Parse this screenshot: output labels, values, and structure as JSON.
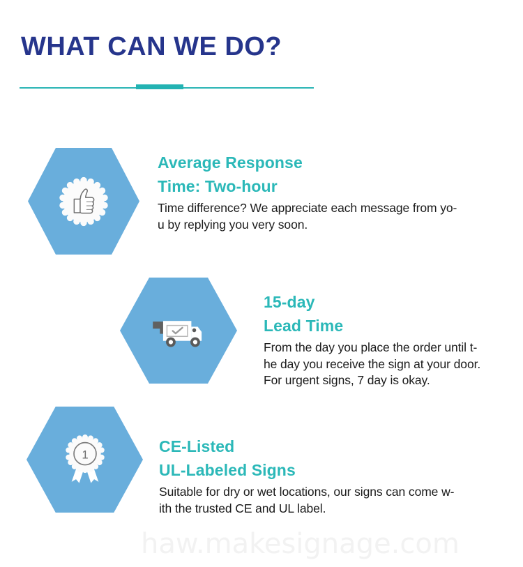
{
  "header": {
    "title": "WHAT CAN WE DO?"
  },
  "features": [
    {
      "icon": "thumbs-up-badge-icon",
      "heading_line1": "Average Response",
      "heading_line2": "Time: Two-hour",
      "body_lines": [
        "Time difference? We appreciate each message from yo-",
        "u by replying you very soon."
      ]
    },
    {
      "icon": "delivery-truck-icon",
      "heading_line1": "15-day",
      "heading_line2": "Lead Time",
      "body_lines": [
        "From the day you place the order until t-",
        "he day you receive the sign at your door.",
        "For urgent signs, 7 day is okay."
      ]
    },
    {
      "icon": "award-ribbon-icon",
      "heading_line1": "CE-Listed",
      "heading_line2": "UL-Labeled Signs",
      "body_lines": [
        "Suitable for dry or wet locations, our signs can come w-",
        "ith the trusted CE and UL label."
      ]
    }
  ],
  "award_badge_number": "1",
  "watermark": {
    "text": "haw.makesignage.com"
  },
  "colors": {
    "title_navy": "#26358C",
    "accent_teal": "#2BB8B8",
    "hex_blue": "#69AEDC",
    "body_text": "#1b1b1b",
    "watermark_gray": "#f2f2f2"
  }
}
